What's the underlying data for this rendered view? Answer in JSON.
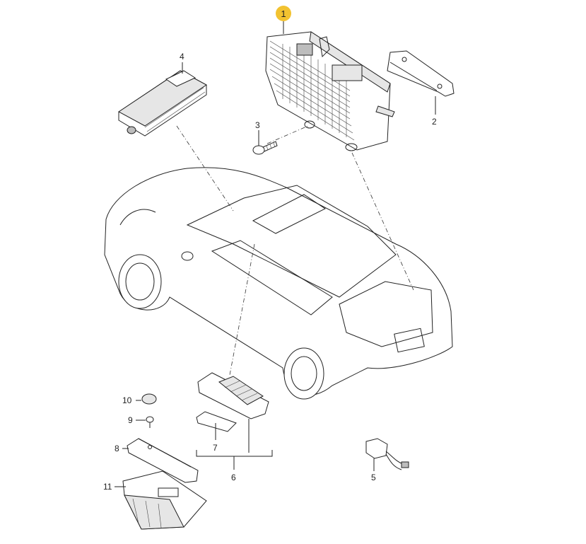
{
  "diagram": {
    "callouts": [
      {
        "id": "1",
        "label": "1",
        "highlighted": true
      },
      {
        "id": "2",
        "label": "2"
      },
      {
        "id": "3",
        "label": "3"
      },
      {
        "id": "4",
        "label": "4"
      },
      {
        "id": "5",
        "label": "5"
      },
      {
        "id": "6",
        "label": "6"
      },
      {
        "id": "7",
        "label": "7"
      },
      {
        "id": "8",
        "label": "8"
      },
      {
        "id": "9",
        "label": "9"
      },
      {
        "id": "10",
        "label": "10"
      },
      {
        "id": "11",
        "label": "11"
      }
    ],
    "highlight_color": "#f2c230",
    "line_color": "#222222"
  }
}
